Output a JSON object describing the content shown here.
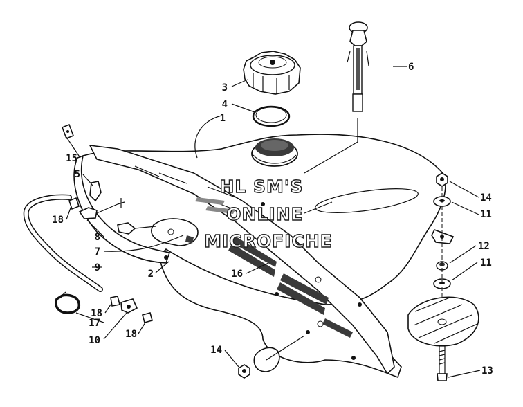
{
  "watermark": [
    "HL SM'S",
    "ONLINE",
    "MICROFICHE"
  ],
  "callouts": {
    "c1": "1",
    "c2": "2",
    "c3": "3",
    "c4": "4",
    "c5": "5",
    "c6": "6",
    "c7": "7",
    "c8": "8",
    "c9": "9",
    "c10": "10",
    "c11a": "11",
    "c11b": "11",
    "c12": "12",
    "c13": "13",
    "c14a": "14",
    "c14b": "14",
    "c15": "15",
    "c16": "16",
    "c17": "17",
    "c18a": "18",
    "c18b": "18",
    "c18c": "18"
  }
}
